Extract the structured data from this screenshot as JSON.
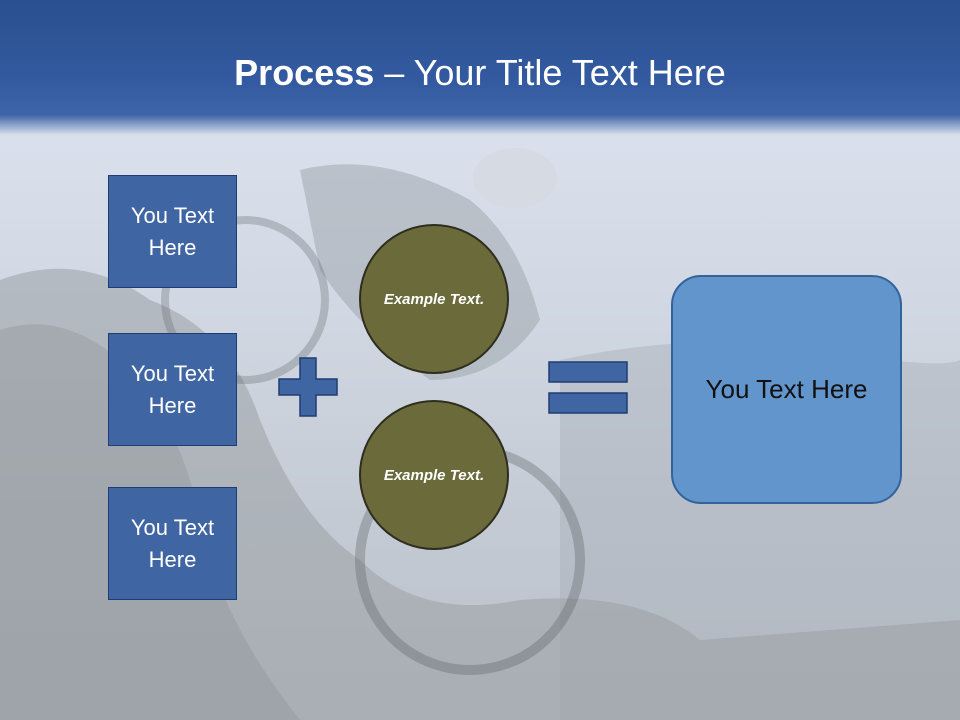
{
  "title": {
    "bold": "Process",
    "separator": " – ",
    "rest": "Your Title Text Here"
  },
  "left_boxes": [
    {
      "label": "You Text Here"
    },
    {
      "label": "You Text Here"
    },
    {
      "label": "You Text Here"
    }
  ],
  "circles": [
    {
      "label": "Example Text."
    },
    {
      "label": "Example Text."
    }
  ],
  "result": {
    "label": "You Text Here"
  },
  "colors": {
    "title_band": "#335aa0",
    "box_fill": "#3f65a3",
    "circle_fill": "#6b6a3b",
    "result_fill": "#6195cb",
    "operator": "#3f65a3"
  },
  "icons": [
    "plus-icon",
    "equals-icon"
  ]
}
